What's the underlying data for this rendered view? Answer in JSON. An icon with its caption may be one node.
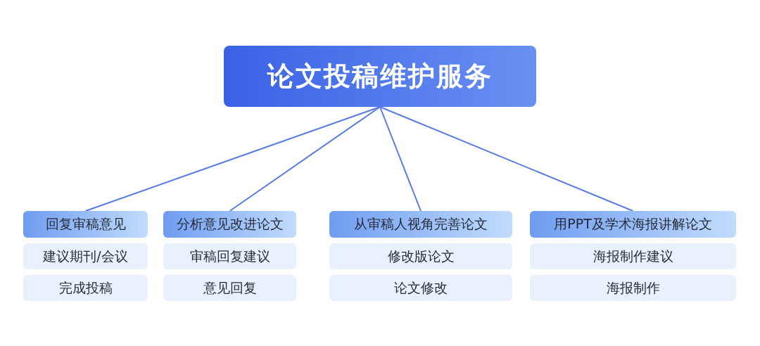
{
  "diagram": {
    "nodes": [
      {
        "text": [
          "论文投稿维护服务"
        ]
      },
      {
        "text": [
          "回复审稿意见"
        ]
      },
      {
        "text": [
          "建议期刊/会议"
        ]
      },
      {
        "text": [
          "完成投稿"
        ]
      },
      {
        "text": [
          "分析意见改进论文"
        ]
      },
      {
        "text": [
          "审稿回复建议"
        ]
      },
      {
        "text": [
          "意见回复"
        ]
      },
      {
        "text": [
          "从审稿人视角完善论文"
        ]
      },
      {
        "text": [
          "修改版论文"
        ]
      },
      {
        "text": [
          "论文修改"
        ]
      },
      {
        "text": [
          "用PPT及学术海报讲解论文"
        ]
      },
      {
        "text": [
          "海报制作建议"
        ]
      },
      {
        "text": [
          "海报制作"
        ]
      }
    ],
    "edges": [
      {
        "from": 0,
        "to": 1,
        "arrow": "none"
      },
      {
        "from": 0,
        "to": 4,
        "arrow": "none"
      },
      {
        "from": 0,
        "to": 7,
        "arrow": "none"
      },
      {
        "from": 0,
        "to": 10,
        "arrow": "none"
      }
    ]
  }
}
